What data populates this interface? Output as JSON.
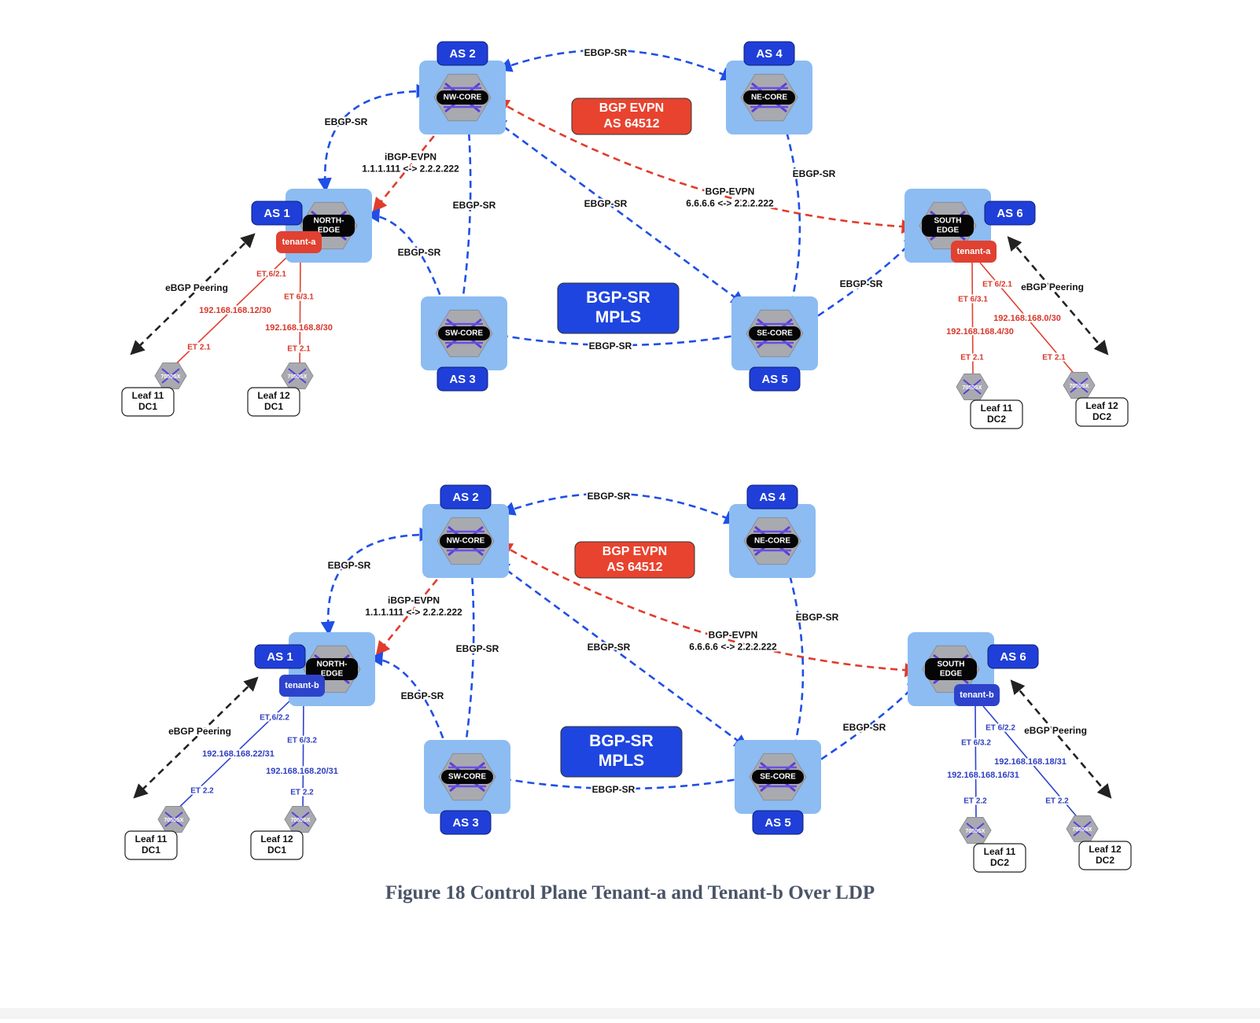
{
  "caption": "Figure 18 Control Plane Tenant-a and Tenant-b Over LDP",
  "colors": {
    "as_badge": "#1f3fd8",
    "tile": "#8cbcf2",
    "ebgp_link": "#1f4fe6",
    "evpn_link": "#e13c2c",
    "peering_link": "#222222",
    "tenant_a": "#e04131",
    "tenant_b": "#2e43cc",
    "tenant_a_text": "#d8372a",
    "tenant_b_text": "#2e3fc0",
    "bgp_evpn_box": "#e8432f",
    "bgp_sr_box": "#1e45e0"
  },
  "diagrams": [
    {
      "name": "tenant-a",
      "as_labels": [
        "AS 2",
        "AS 4",
        "AS 1",
        "AS 6",
        "AS 3",
        "AS 5"
      ],
      "routers": [
        "NW-CORE",
        "NE-CORE",
        "NORTH-\nEDGE",
        "SOUTH\nEDGE",
        "SW-CORE",
        "SE-CORE"
      ],
      "tenant_tag": "tenant-a",
      "bgp_evpn_box": [
        "BGP EVPN",
        "AS 64512"
      ],
      "bgp_sr_box": [
        "BGP-SR",
        "MPLS"
      ],
      "link_labels": {
        "top": "EBGP-SR",
        "nw_north": "EBGP-SR",
        "ibgp": [
          "iBGP-EVPN",
          "1.1.1.111 <-> 2.2.2.222"
        ],
        "nw_sw": "EBGP-SR",
        "north_sw": "EBGP-SR",
        "nw_se": "EBGP-SR",
        "bgp_evpn_south": [
          "BGP-EVPN",
          "6.6.6.6 <-> 2.2.2.222"
        ],
        "ne_se": "EBGP-SR",
        "se_south": "EBGP-SR",
        "sw_se": "EBGP-SR"
      },
      "left": {
        "peering": "eBGP Peering",
        "uplink_1": "ET 6/2.1",
        "uplink_2": "ET 6/3.1",
        "subnet_1": "192.168.168.12/30",
        "subnet_2": "192.168.168.8/30",
        "leaf_port_1": "ET 2.1",
        "leaf_port_2": "ET 2.1"
      },
      "right": {
        "peering": "eBGP Peering",
        "uplink_1": "ET 6/2.1",
        "uplink_2": "ET 6/3.1",
        "subnet_1": "192.168.168.0/30",
        "subnet_2": "192.168.168.4/30",
        "leaf_port_1": "ET 2.1",
        "leaf_port_2": "ET 2.1"
      },
      "switch_model": "7050SX",
      "leaves": [
        [
          "Leaf 11",
          "DC1"
        ],
        [
          "Leaf 12",
          "DC1"
        ],
        [
          "Leaf 11",
          "DC2"
        ],
        [
          "Leaf 12",
          "DC2"
        ]
      ]
    },
    {
      "name": "tenant-b",
      "as_labels": [
        "AS 2",
        "AS 4",
        "AS 1",
        "AS 6",
        "AS 3",
        "AS 5"
      ],
      "routers": [
        "NW-CORE",
        "NE-CORE",
        "NORTH-\nEDGE",
        "SOUTH\nEDGE",
        "SW-CORE",
        "SE-CORE"
      ],
      "tenant_tag": "tenant-b",
      "bgp_evpn_box": [
        "BGP EVPN",
        "AS 64512"
      ],
      "bgp_sr_box": [
        "BGP-SR",
        "MPLS"
      ],
      "link_labels": {
        "top": "EBGP-SR",
        "nw_north": "EBGP-SR",
        "ibgp": [
          "iBGP-EVPN",
          "1.1.1.111 <-> 2.2.2.222"
        ],
        "nw_sw": "EBGP-SR",
        "north_sw": "EBGP-SR",
        "nw_se": "EBGP-SR",
        "bgp_evpn_south": [
          "BGP-EVPN",
          "6.6.6.6 <-> 2.2.2.222"
        ],
        "ne_se": "EBGP-SR",
        "se_south": "EBGP-SR",
        "sw_se": "EBGP-SR"
      },
      "left": {
        "peering": "eBGP Peering",
        "uplink_1": "ET 6/2.2",
        "uplink_2": "ET 6/3.2",
        "subnet_1": "192.168.168.22/31",
        "subnet_2": "192.168.168.20/31",
        "leaf_port_1": "ET 2.2",
        "leaf_port_2": "ET 2.2"
      },
      "right": {
        "peering": "eBGP Peering",
        "uplink_1": "ET 6/2.2",
        "uplink_2": "ET 6/3.2",
        "subnet_1": "192.168.168.18/31",
        "subnet_2": "192.168.168.16/31",
        "leaf_port_1": "ET 2.2",
        "leaf_port_2": "ET 2.2"
      },
      "switch_model": "7050SX",
      "leaves": [
        [
          "Leaf 11",
          "DC1"
        ],
        [
          "Leaf 12",
          "DC1"
        ],
        [
          "Leaf 11",
          "DC2"
        ],
        [
          "Leaf 12",
          "DC2"
        ]
      ]
    }
  ]
}
